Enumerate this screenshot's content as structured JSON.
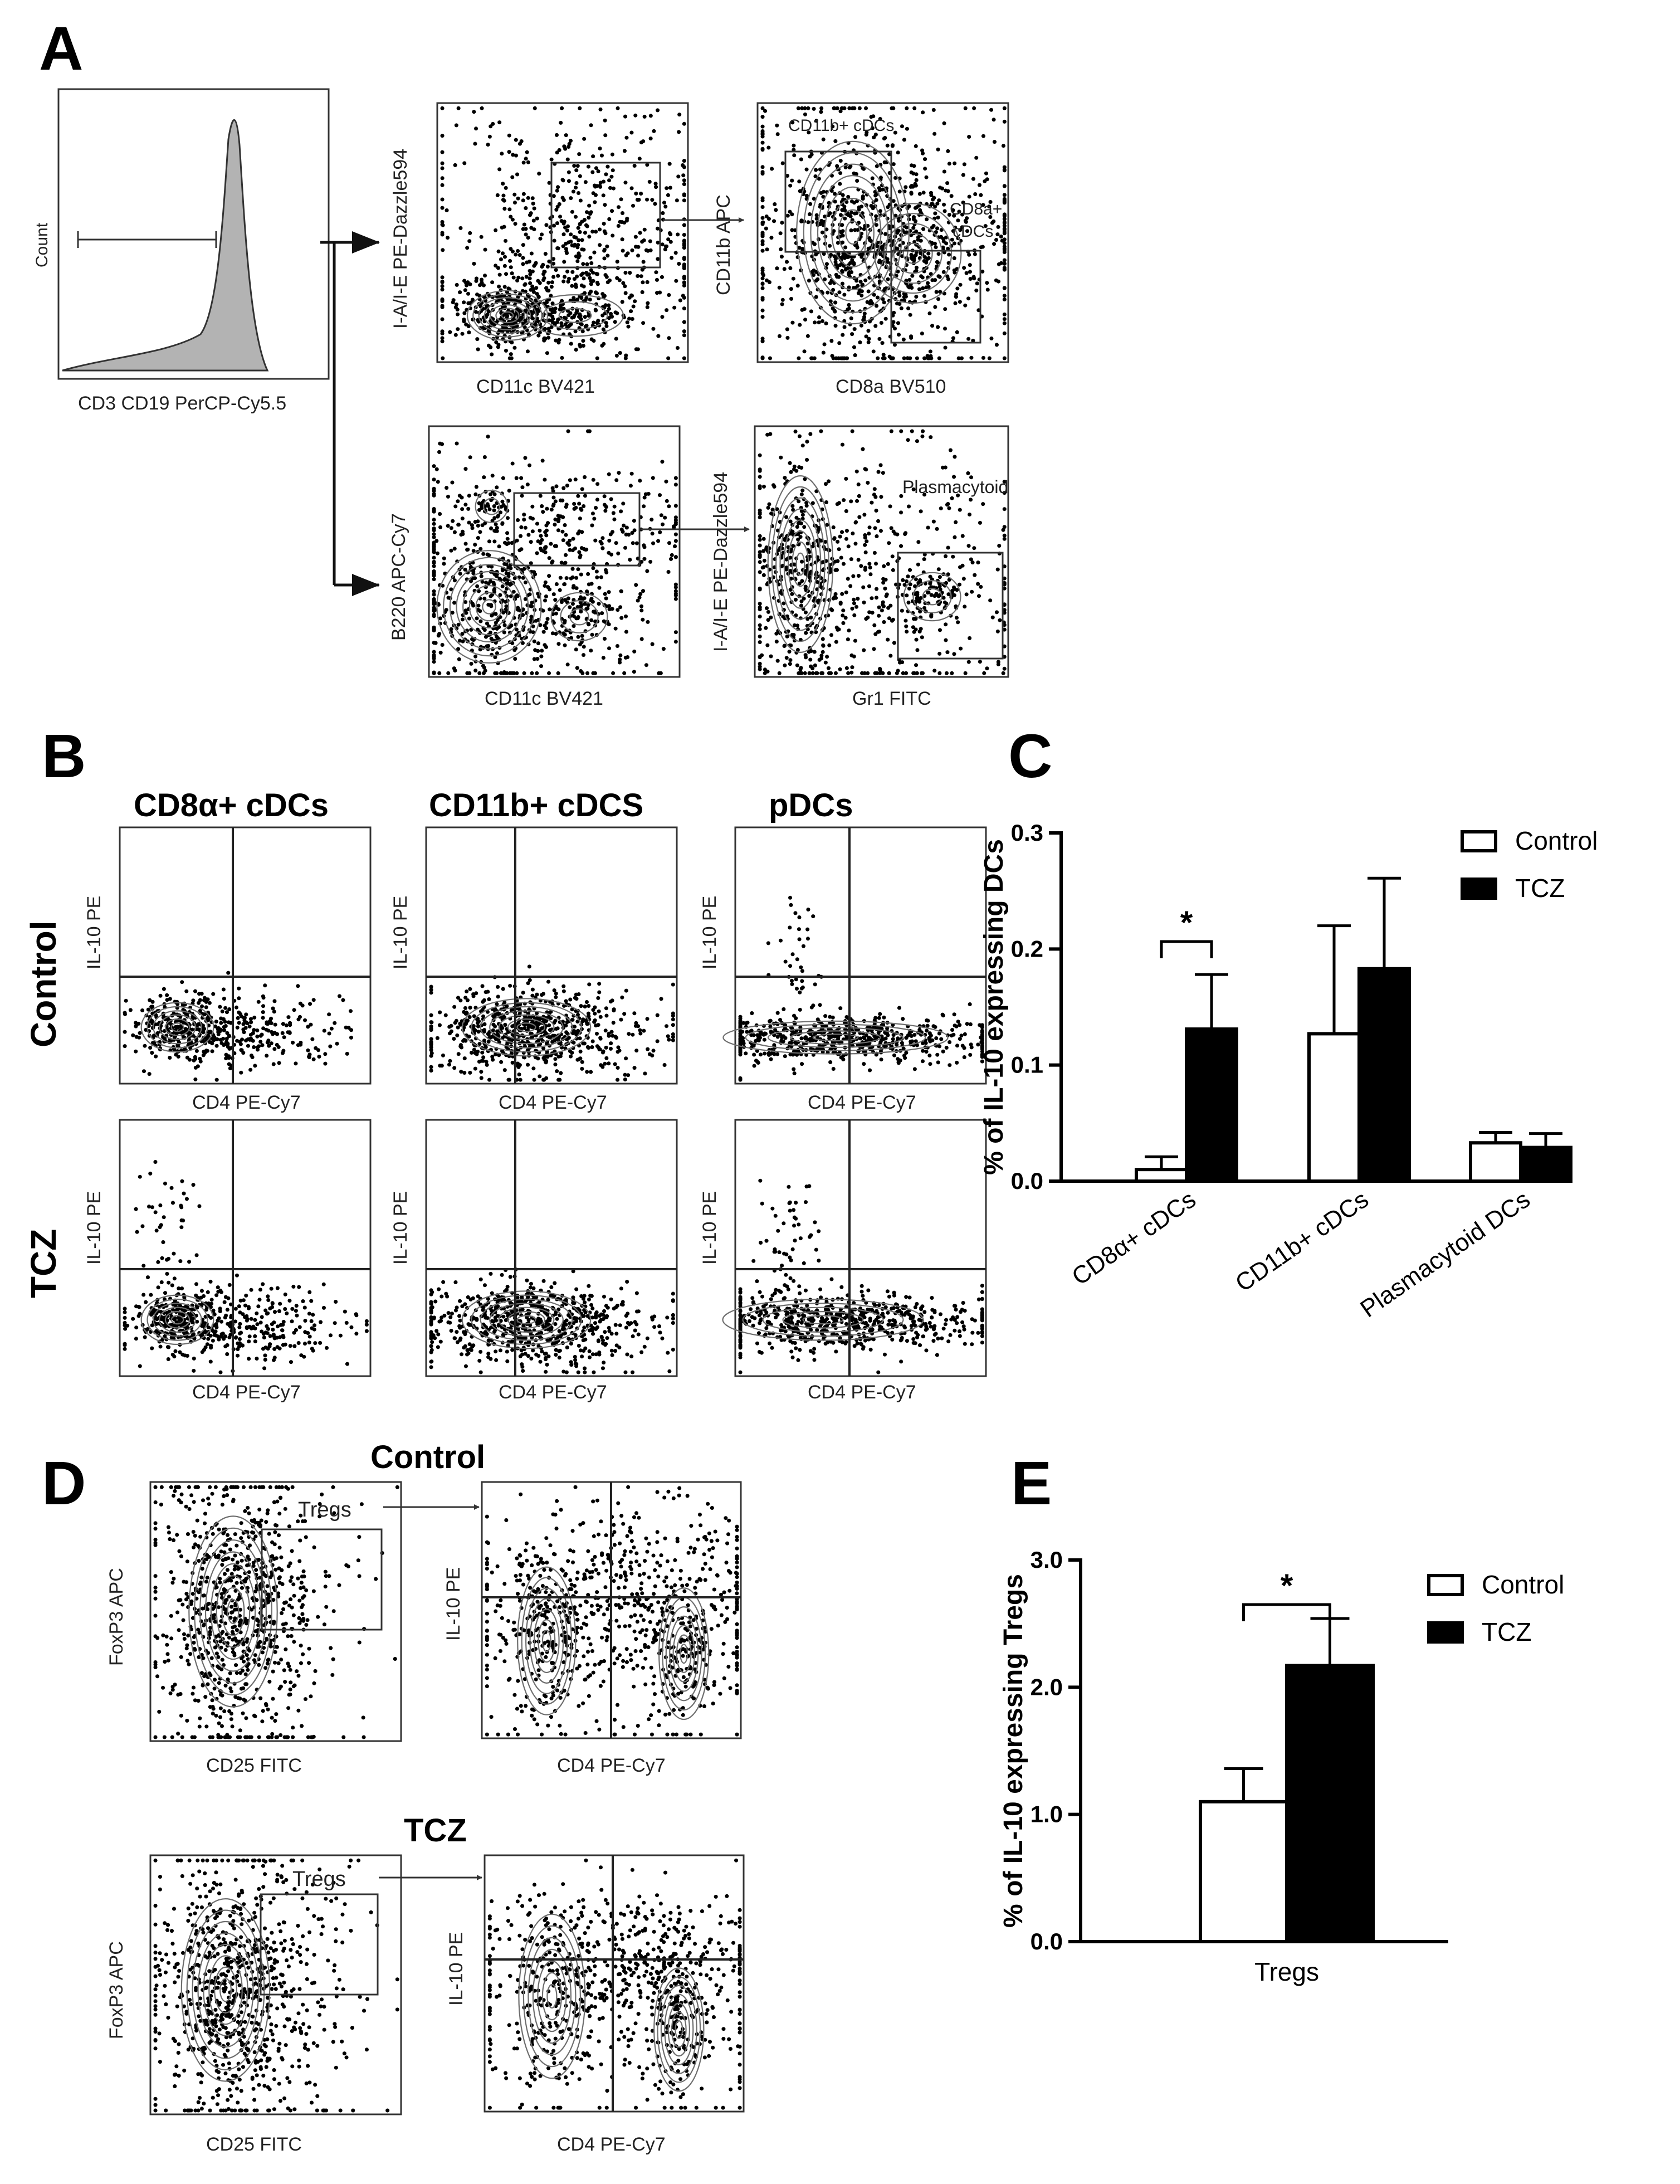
{
  "panel_letters": {
    "a": "A",
    "b": "B",
    "c": "C",
    "d": "D",
    "e": "E"
  },
  "panel_a": {
    "hist_ylabel": "Count",
    "hist_xlabel": "CD3 CD19 PerCP-Cy5.5",
    "p1_xlabel": "CD11c BV421",
    "p1_ylabel": "I-A/I-E PE-Dazzle594",
    "p2_xlabel": "CD8a BV510",
    "p2_ylabel": "CD11b APC",
    "p2_gate1": "CD11b+ cDCs",
    "p2_gate2_line1": "CD8a+",
    "p2_gate2_line2": "cDCs",
    "p3_xlabel": "CD11c BV421",
    "p3_ylabel": "B220 APC-Cy7",
    "p4_xlabel": "Gr1 FITC",
    "p4_ylabel": "I-A/I-E PE-Dazzle594",
    "p4_gate": "Plasmacytoid"
  },
  "panel_b": {
    "col_titles": [
      "CD8α+ cDCs",
      "CD11b+ cDCS",
      "pDCs"
    ],
    "row_labels": [
      "Control",
      "TCZ"
    ],
    "xlabel": "CD4 PE-Cy7",
    "ylabel": "IL-10 PE"
  },
  "panel_d": {
    "row_titles": [
      "Control",
      "TCZ"
    ],
    "gate_label": "Tregs",
    "left_xlabel": "CD25 FITC",
    "left_ylabel": "FoxP3 APC",
    "right_xlabel": "CD4 PE-Cy7",
    "right_ylabel": "IL-10 PE"
  },
  "colors": {
    "control": "#ffffff",
    "tcz": "#000000",
    "outline": "#000000",
    "contour": "#6e6e6e"
  },
  "chart_data": [
    {
      "type": "bar",
      "panel": "C",
      "categories": [
        "CD8α+ cDCs",
        "CD11b+ cDCs",
        "Plasmacytoid DCs"
      ],
      "series": [
        {
          "name": "Control",
          "values": [
            0.01,
            0.127,
            0.033
          ],
          "errors": [
            0.011,
            0.093,
            0.009
          ]
        },
        {
          "name": "TCZ",
          "values": [
            0.131,
            0.183,
            0.029
          ],
          "errors": [
            0.047,
            0.078,
            0.012
          ]
        }
      ],
      "ylabel": "% of IL-10 expressing DCs",
      "ylim": [
        0,
        0.3
      ],
      "yticks": [
        "0.0",
        "0.1",
        "0.2",
        "0.3"
      ],
      "significance": {
        "category": "CD8α+ cDCs",
        "label": "*"
      },
      "legend": "top-right"
    },
    {
      "type": "bar",
      "panel": "E",
      "categories": [
        "Tregs"
      ],
      "series": [
        {
          "name": "Control",
          "values": [
            1.1
          ],
          "errors": [
            0.26
          ]
        },
        {
          "name": "TCZ",
          "values": [
            2.17
          ],
          "errors": [
            0.37
          ]
        }
      ],
      "ylabel": "% of  IL-10 expressing Tregs",
      "ylim": [
        0,
        3.0
      ],
      "yticks": [
        "0.0",
        "1.0",
        "2.0",
        "3.0"
      ],
      "significance": {
        "category": "Tregs",
        "label": "*"
      },
      "legend": "top-right"
    }
  ]
}
